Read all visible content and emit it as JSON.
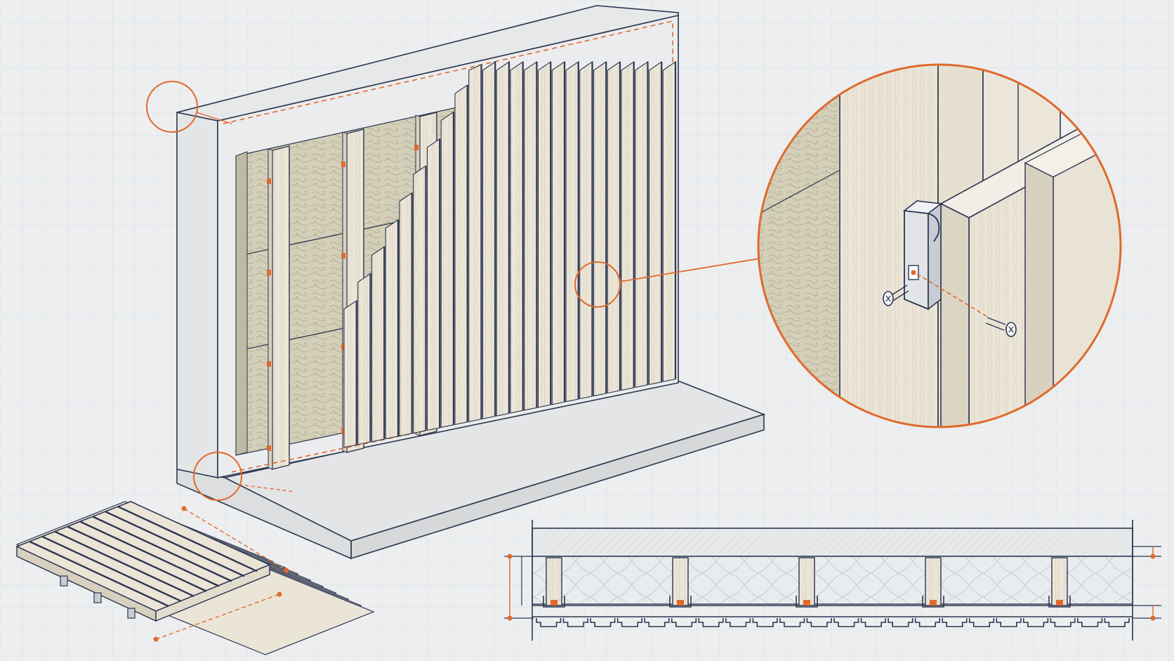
{
  "diagram": {
    "subject": "wall-cladding-assembly",
    "views": [
      {
        "id": "isometric-wall-assembly",
        "layers": [
          "concrete-wall",
          "timber-battens",
          "mineral-wool-insulation",
          "vertical-slatted-cladding",
          "floor-slab"
        ]
      },
      {
        "id": "detail-magnifier-clip",
        "parts": [
          "metal-clip",
          "screw",
          "cladding-board",
          "insulation"
        ]
      },
      {
        "id": "cladding-panel-module"
      },
      {
        "id": "horizontal-section",
        "stud_count": 5,
        "slat_count": 22
      }
    ],
    "callouts": [
      "top-corner",
      "bottom-corner",
      "clip-detail"
    ]
  },
  "colors": {
    "background": "#eceef0",
    "grid": "#dde1e6",
    "ink": "#2c3650",
    "accent": "#e06a2c",
    "wood": "#ebe5d8",
    "wood_dark": "#d8d0bf",
    "insulation": "#d3cfb8",
    "concrete": "#e4e5e6"
  },
  "icons": [
    "screw-icon",
    "clip-icon",
    "magnifier-circle-icon"
  ]
}
